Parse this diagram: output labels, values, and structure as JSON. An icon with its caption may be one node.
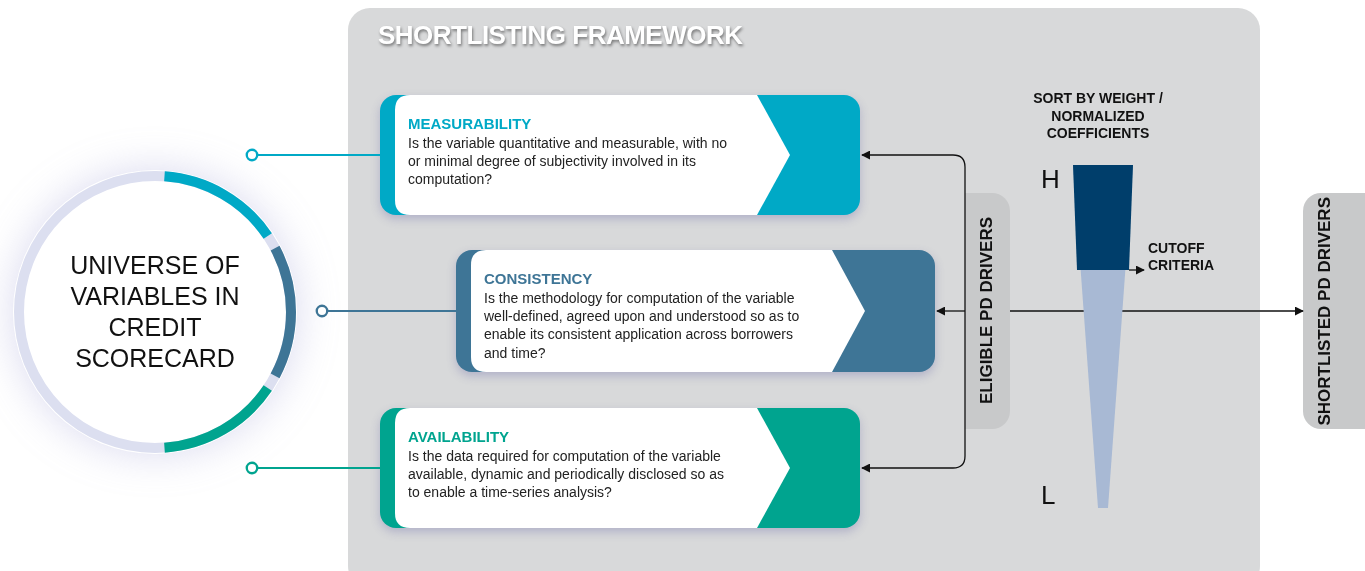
{
  "diagram": {
    "nodes": [
      {
        "text": [
          "UNIVERSE OF VARIABLES IN CREDIT SCORECARD"
        ]
      },
      {
        "text": [
          "SHORTLISTING FRAMEWORK"
        ]
      },
      {
        "text": [
          "MEASURABILITY",
          "Is the variable quantitative and measurable, with no or minimal degree of subjectivity involved in its computation?"
        ],
        "in": 1
      },
      {
        "text": [
          "CONSISTENCY",
          "Is the methodology for computation of the variable well-defined, agreed upon and understood so as to enable its consistent application across borrowers and time?"
        ],
        "in": 1
      },
      {
        "text": [
          "AVAILABILITY",
          "Is the data required for computation of the variable available, dynamic and periodically disclosed so as to enable a time-series analysis?"
        ],
        "in": 1
      },
      {
        "text": [
          "ELIGIBLE PD DRIVERS"
        ],
        "in": 1
      },
      {
        "text": [
          "CUTOFF CRITERIA"
        ],
        "in": 1
      },
      {
        "text": [
          "SHORTLISTED PD DRIVERS"
        ]
      }
    ],
    "edges": [
      {
        "from": 0,
        "to": 2,
        "arrow": "other",
        "color": "#00a9c6"
      },
      {
        "from": 0,
        "to": 3,
        "arrow": "other",
        "color": "#3e7596"
      },
      {
        "from": 0,
        "to": 4,
        "arrow": "other",
        "color": "#00a48f"
      },
      {
        "from": 5,
        "to": 2,
        "arrow": "to"
      },
      {
        "from": 5,
        "to": 3,
        "arrow": "to"
      },
      {
        "from": 5,
        "to": 4,
        "arrow": "to"
      },
      {
        "from": 5,
        "to": 7,
        "arrow": "to"
      },
      {
        "from": null,
        "to": 6,
        "arrow": "to"
      }
    ],
    "labels": [
      "SORT BY WEIGHT / NORMALIZED COEFFICIENTS",
      "H",
      "L"
    ]
  }
}
